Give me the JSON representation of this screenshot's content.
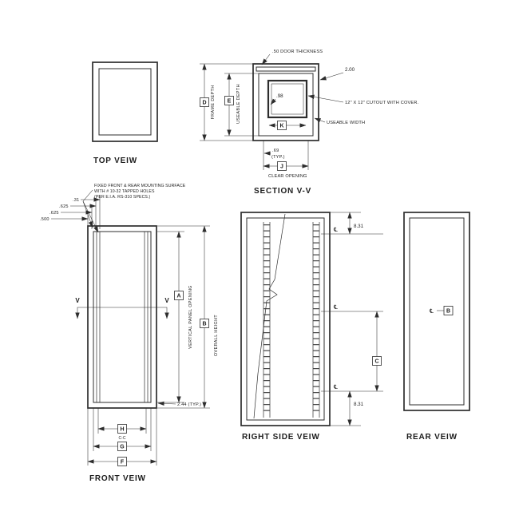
{
  "top_view": {
    "title": "TOP VEIW"
  },
  "section_view": {
    "title": "SECTION V-V",
    "door_thickness_note": ".50 DOOR THICKNESS",
    "dim_2_00": "2.00",
    "dim_0_98": ".98",
    "cutout_note": "12\" X 12\" CUTOUT WITH COVER.",
    "useable_width_label": "USEABLE WIDTH",
    "letter_d": "D",
    "letter_e": "E",
    "letter_k": "K",
    "letter_j": "J",
    "frame_depth_label": "FRAME DEPTH",
    "useable_depth_label": "USEABLE DEPTH",
    "dim_0_69": ".69",
    "typ": "(TYP.)",
    "clear_opening_label": "CLEAR OPENING"
  },
  "front_view": {
    "title": "FRONT VEIW",
    "mounting_note_line1": "FIXED FRONT & REAR MOUNTING SURFACE",
    "mounting_note_line2": "WITH # 10-32 TAPPED HOLES",
    "mounting_note_line3": "(PER E.I.A. RS-310 SPECS.)",
    "dim_0_500": ".500",
    "dim_0_625_a": ".625",
    "dim_0_625_b": ".625",
    "dim_0_31": ".31",
    "section_v_left": "V",
    "section_v_right": "V",
    "letter_a": "A",
    "vertical_panel_opening_label": "VERTICAL PANEL OPENING",
    "letter_b": "B",
    "overall_height_label": "OVERALL HEIGHT",
    "dim_2_44": "2.44 (TYP.)",
    "letter_h": "H",
    "cc_label": "C-C",
    "letter_g": "G",
    "letter_f": "F"
  },
  "right_side_view": {
    "title": "RIGHT SIDE VEIW",
    "dim_8_31_top": "8.31",
    "dim_8_31_bottom": "8.31",
    "letter_c": "C",
    "centerline_top": "℄",
    "centerline_mid": "℄",
    "centerline_bottom": "℄"
  },
  "rear_view": {
    "title": "REAR VEIW",
    "centerline": "℄",
    "letter_b": "B"
  }
}
